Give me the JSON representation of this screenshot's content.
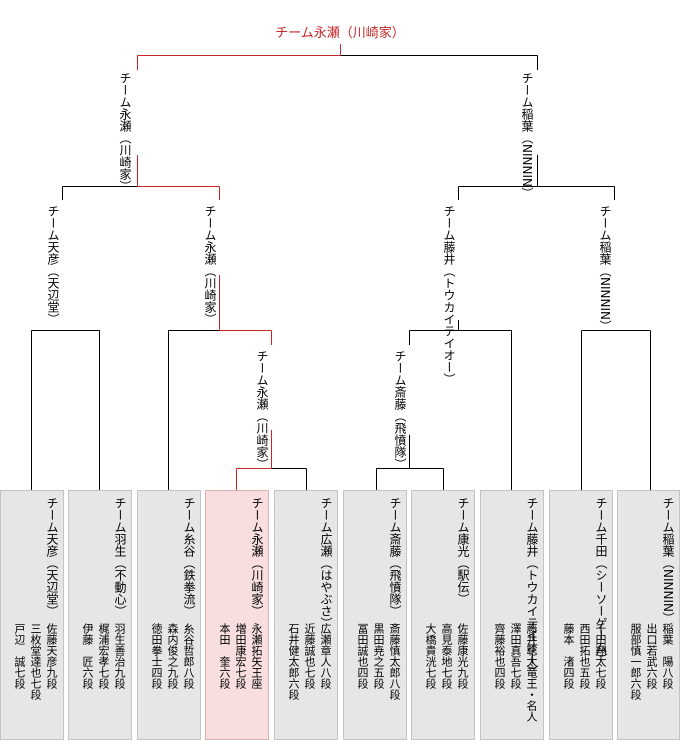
{
  "champion": "チーム永瀬（川崎家）",
  "final": [
    {
      "team": "チーム永瀬",
      "sub": "（川崎家）"
    },
    {
      "team": "チーム稲葉",
      "sub": "（NINNIN）"
    }
  ],
  "semifinals": [
    {
      "team": "チーム天彦",
      "sub": "（天辺堂）"
    },
    {
      "team": "チーム永瀬",
      "sub": "（川崎家）"
    },
    {
      "team": "チーム藤井",
      "sub": "（トウカイテイオー）"
    },
    {
      "team": "チーム稲葉",
      "sub": "（NINNIN）"
    }
  ],
  "quarterfinals": [
    {
      "team": "チーム永瀬",
      "sub": "（川崎家）"
    },
    {
      "team": "チーム斎藤",
      "sub": "（飛憤隊）"
    }
  ],
  "teams": [
    {
      "team": "チーム天彦",
      "sub": "（天辺堂）",
      "members": [
        "佐藤天彦九段",
        "三枚堂達也七段",
        "戸辺　誠七段"
      ],
      "highlight": false
    },
    {
      "team": "チーム羽生",
      "sub": "（不動心）",
      "members": [
        "羽生善治九段",
        "梶浦宏孝七段",
        "伊藤　匠六段"
      ],
      "highlight": false
    },
    {
      "team": "チーム糸谷",
      "sub": "（鉄拳流）",
      "members": [
        "糸谷哲郎八段",
        "森内俊之九段",
        "徳田拳士四段"
      ],
      "highlight": false
    },
    {
      "team": "チーム永瀬",
      "sub": "（川崎家）",
      "members": [
        "永瀬拓矢王座",
        "増田康宏七段",
        "本田　奎六段"
      ],
      "highlight": true
    },
    {
      "team": "チーム広瀬",
      "sub": "（はやぶさ）",
      "members": [
        "広瀬章人八段",
        "近藤誠也七段",
        "石井健太郎六段"
      ],
      "highlight": false
    },
    {
      "team": "チーム斎藤",
      "sub": "（飛憤隊）",
      "members": [
        "斎藤慎太郎八段",
        "黒田尭之五段",
        "冨田誠也四段"
      ],
      "highlight": false
    },
    {
      "team": "チーム康光",
      "sub": "（駅伝）",
      "members": [
        "佐藤康光九段",
        "高見泰地七段",
        "大橋貴洸七段"
      ],
      "highlight": false
    },
    {
      "team": "チーム藤井",
      "sub": "（トウカイテイオー）",
      "members": [
        "藤井聡太竜王・名人",
        "澤田真吾七段",
        "齊藤裕也四段"
      ],
      "highlight": false
    },
    {
      "team": "チーム千田",
      "sub": "（シーソーゲーム）",
      "members": [
        "千田翔太七段",
        "西田拓也五段",
        "藤本　渚四段"
      ],
      "highlight": false
    },
    {
      "team": "チーム稲葉",
      "sub": "（NINNIN）",
      "members": [
        "稲葉　陽八段",
        "出口若武六段",
        "服部慎一郎六段"
      ],
      "highlight": false
    }
  ],
  "colors": {
    "winner": "#c62828",
    "line": "#000000",
    "box": "#e6e6e6",
    "box_highlight": "#f8dede"
  }
}
